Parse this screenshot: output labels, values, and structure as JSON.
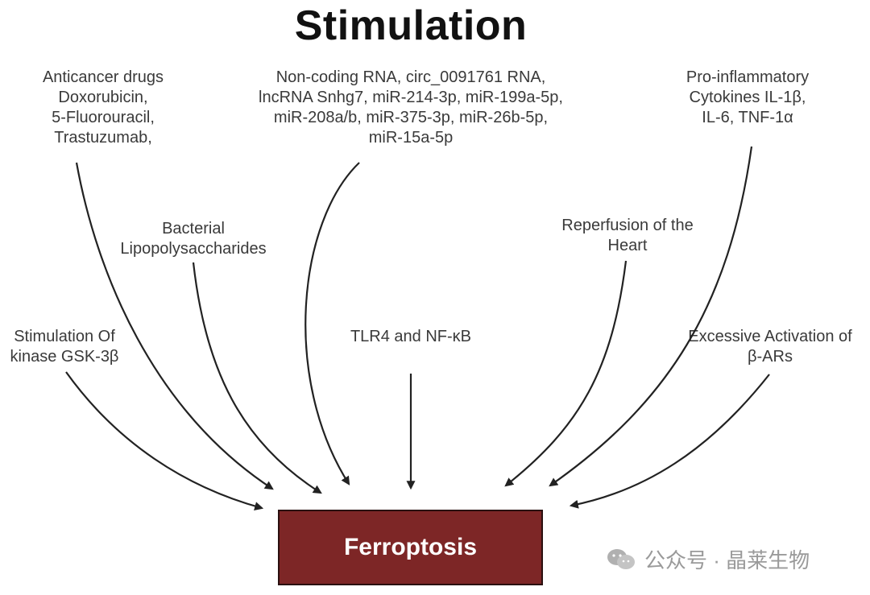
{
  "title": "Stimulation",
  "center": "Ferroptosis",
  "labels": {
    "anticancer": [
      "Anticancer drugs",
      "Doxorubicin,",
      "5-Fluorouracil,",
      "Trastuzumab,"
    ],
    "noncoding": [
      "Non-coding RNA, circ_0091761 RNA,",
      "lncRNA Snhg7, miR-214-3p, miR-199a-5p,",
      "miR-208a/b, miR-375-3p, miR-26b-5p,",
      "miR-15a-5p"
    ],
    "proinflammatory": [
      "Pro-inflammatory",
      "Cytokines IL-1β,",
      "IL-6, TNF-1α"
    ],
    "bacterial": [
      "Bacterial",
      "Lipopolysaccharides"
    ],
    "reperfusion": [
      "Reperfusion of the",
      "Heart"
    ],
    "gsk": [
      "Stimulation Of",
      "kinase GSK-3β"
    ],
    "tlr4": [
      "TLR4 and NF-κB"
    ],
    "betaars": [
      "Excessive Activation of",
      "β-ARs"
    ]
  },
  "watermark": "公众号 · 晶莱生物",
  "colors": {
    "box": "#7d2626",
    "arrow": "#222222",
    "text": "#3a3a3a"
  }
}
